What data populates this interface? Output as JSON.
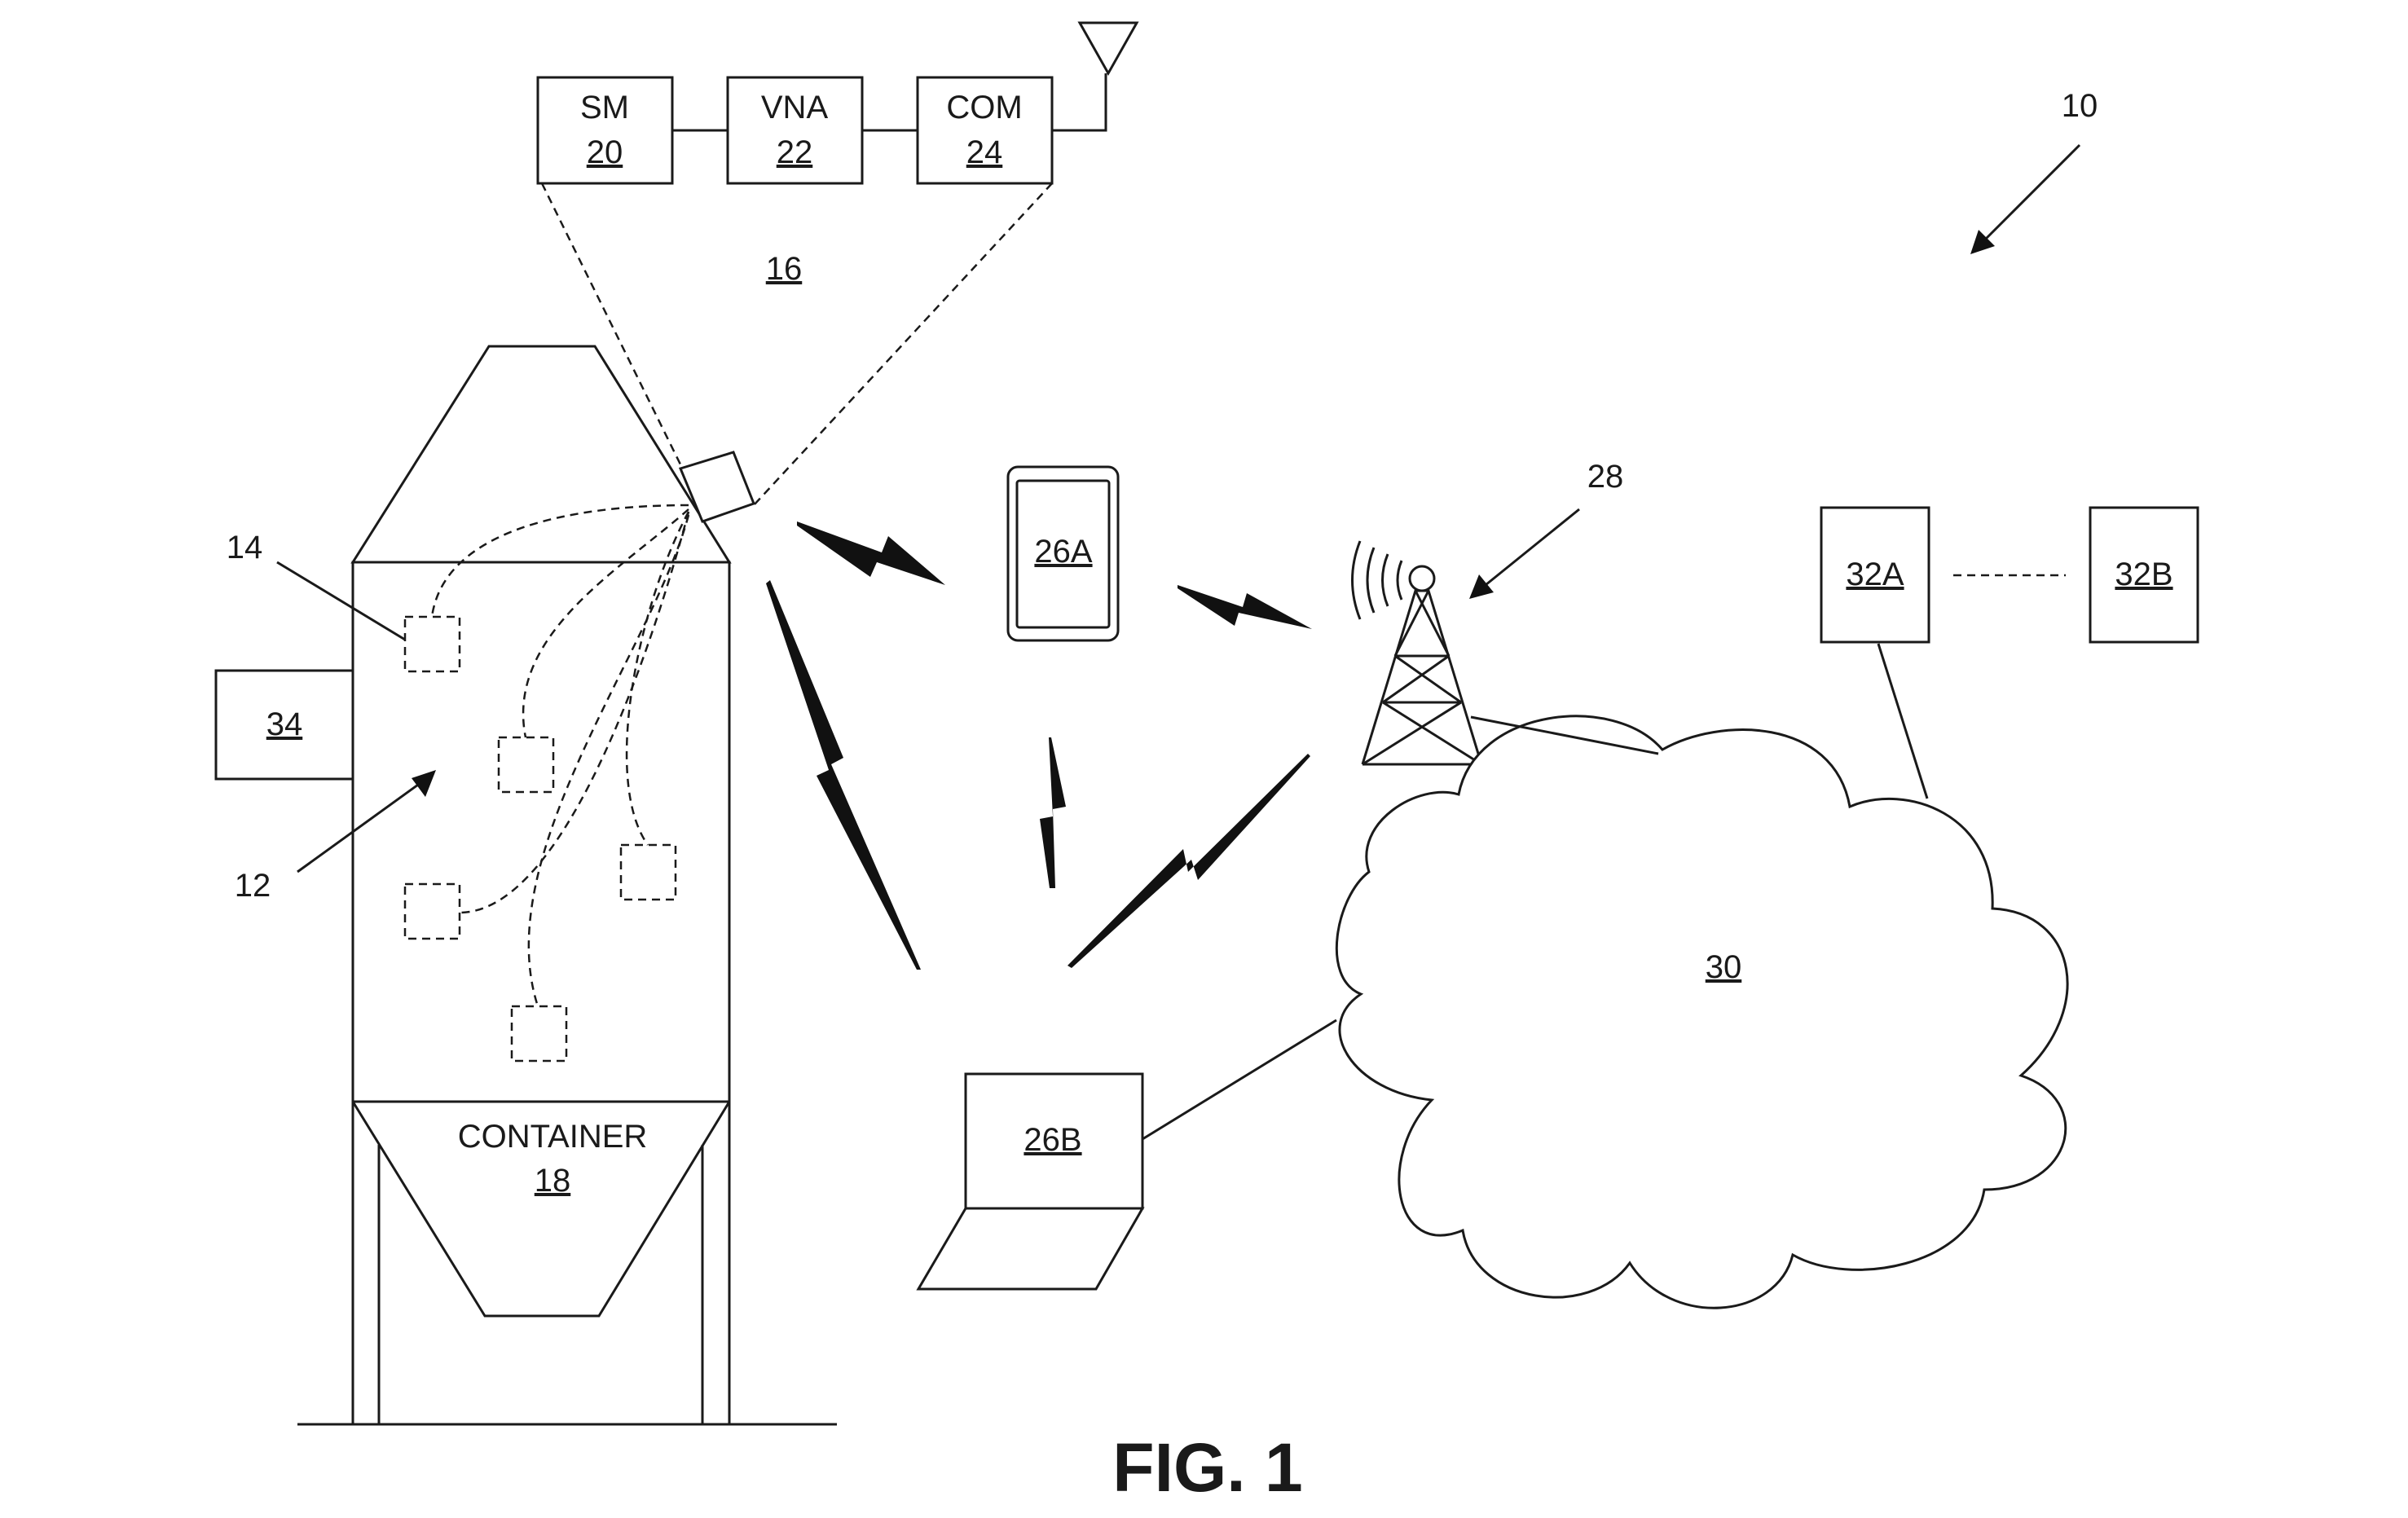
{
  "system": {
    "ref": "10"
  },
  "sensor_module": {
    "ref": "16",
    "blocks": [
      {
        "label": "SM",
        "ref": "20"
      },
      {
        "label": "VNA",
        "ref": "22"
      },
      {
        "label": "COM",
        "ref": "24"
      }
    ]
  },
  "container": {
    "label": "CONTAINER",
    "ref": "18",
    "interior_ref": "12",
    "sensor_ref": "14"
  },
  "external_box": {
    "ref": "34"
  },
  "devices": {
    "tablet": {
      "ref": "26A"
    },
    "laptop": {
      "ref": "26B"
    }
  },
  "tower": {
    "ref": "28"
  },
  "cloud": {
    "ref": "30"
  },
  "servers": [
    {
      "ref": "32A"
    },
    {
      "ref": "32B"
    }
  ],
  "figure": {
    "caption": "FIG. 1"
  }
}
